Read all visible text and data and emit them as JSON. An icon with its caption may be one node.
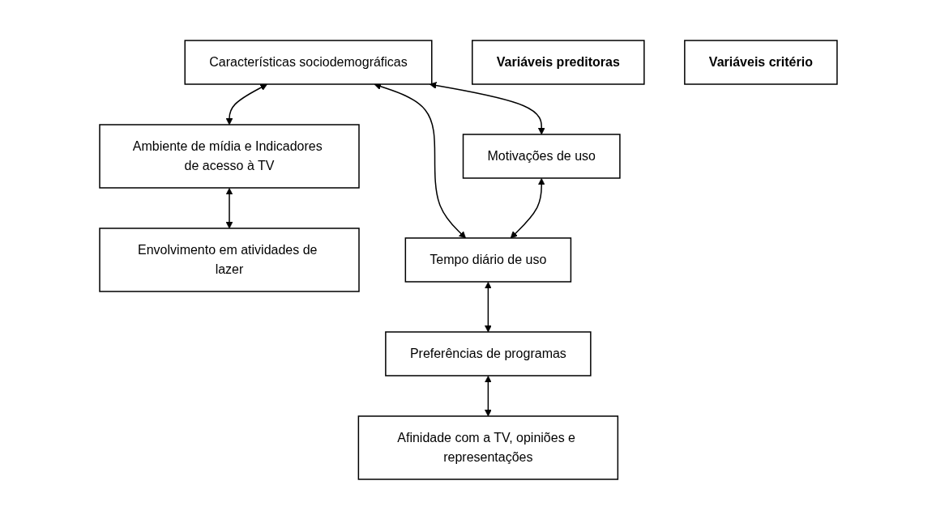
{
  "diagram": {
    "nodes": [
      {
        "text": [
          "Características sociodemográficas"
        ]
      },
      {
        "text": [
          "Ambiente de mídia e Indicadores de acesso à TV"
        ]
      },
      {
        "text": [
          "Envolvimento em atividades de lazer"
        ]
      },
      {
        "text": [
          "Motivações de uso"
        ]
      },
      {
        "text": [
          "Tempo diário de uso"
        ]
      },
      {
        "text": [
          "Preferências de programas"
        ]
      },
      {
        "text": [
          "Afinidade com a TV, opiniões e representações"
        ]
      },
      {
        "text": [
          "Variáveis preditoras"
        ]
      },
      {
        "text": [
          "Variáveis critério"
        ]
      }
    ],
    "edges": [
      {
        "from": 0,
        "to": 4,
        "arrow": "both"
      },
      {
        "from": 0,
        "to": 3,
        "arrow": "both"
      },
      {
        "from": 3,
        "to": 4,
        "arrow": "both"
      },
      {
        "from": 0,
        "to": 1,
        "arrow": "both"
      },
      {
        "from": 1,
        "to": 2,
        "arrow": "both"
      },
      {
        "from": 4,
        "to": 5,
        "arrow": "both"
      },
      {
        "from": 5,
        "to": 6,
        "arrow": "both"
      }
    ]
  }
}
